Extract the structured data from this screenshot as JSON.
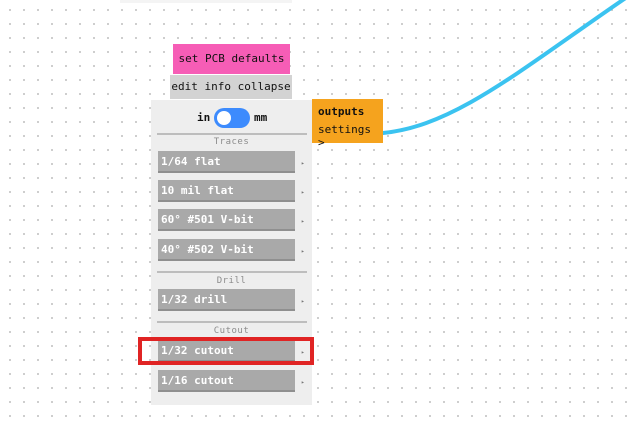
{
  "colors": {
    "defaults_button": "#f65db6",
    "collapse_button": "#d3d3d3",
    "outputs_node": "#f5a31e",
    "toggle": "#3d8bfd",
    "wire": "#3bc3f0",
    "highlight": "#e02424",
    "preset_button": "#a9a9a9"
  },
  "buttons": {
    "set_defaults": "set PCB defaults",
    "edit_collapse": "edit info collapse"
  },
  "units": {
    "left_label": "in",
    "right_label": "mm",
    "selected": "in"
  },
  "sections": {
    "traces": {
      "title": "Traces",
      "items": [
        "1/64 flat",
        "10 mil flat",
        "60° #501 V-bit",
        "40° #502 V-bit"
      ]
    },
    "drill": {
      "title": "Drill",
      "items": [
        "1/32 drill"
      ]
    },
    "cutout": {
      "title": "Cutout",
      "items": [
        "1/32 cutout",
        "1/16 cutout"
      ]
    }
  },
  "item_arrow": "▸",
  "outputs": {
    "line1": "outputs",
    "line2": "settings >"
  }
}
